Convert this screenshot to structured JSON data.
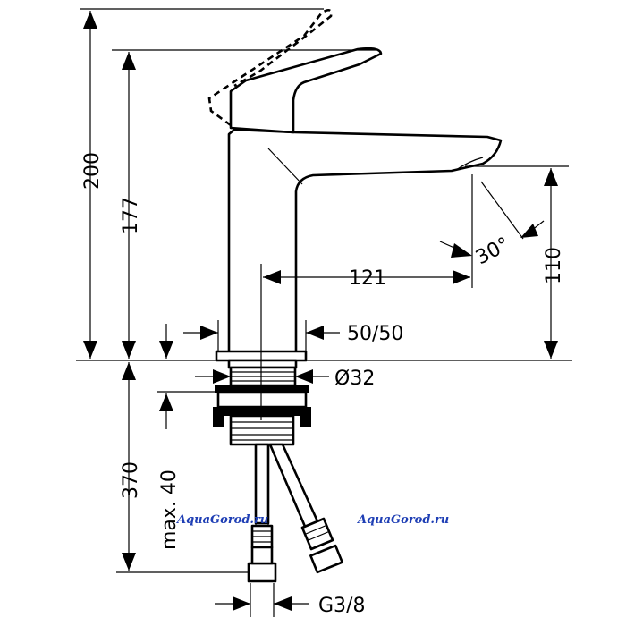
{
  "dimensions": {
    "total_height": "200",
    "spout_height": "177",
    "lever_angle": "30°",
    "outlet_height": "110",
    "spout_reach": "121",
    "base_width": "50/50",
    "thread_diameter": "Ø32",
    "below_deck": "370",
    "max_deck": "max. 40",
    "connection": "G3/8"
  },
  "watermarks": {
    "left": "AquaGorod.ru",
    "right": "AquaGorod.ru"
  },
  "colors": {
    "line": "#000000",
    "watermark": "#1f3fb5"
  }
}
